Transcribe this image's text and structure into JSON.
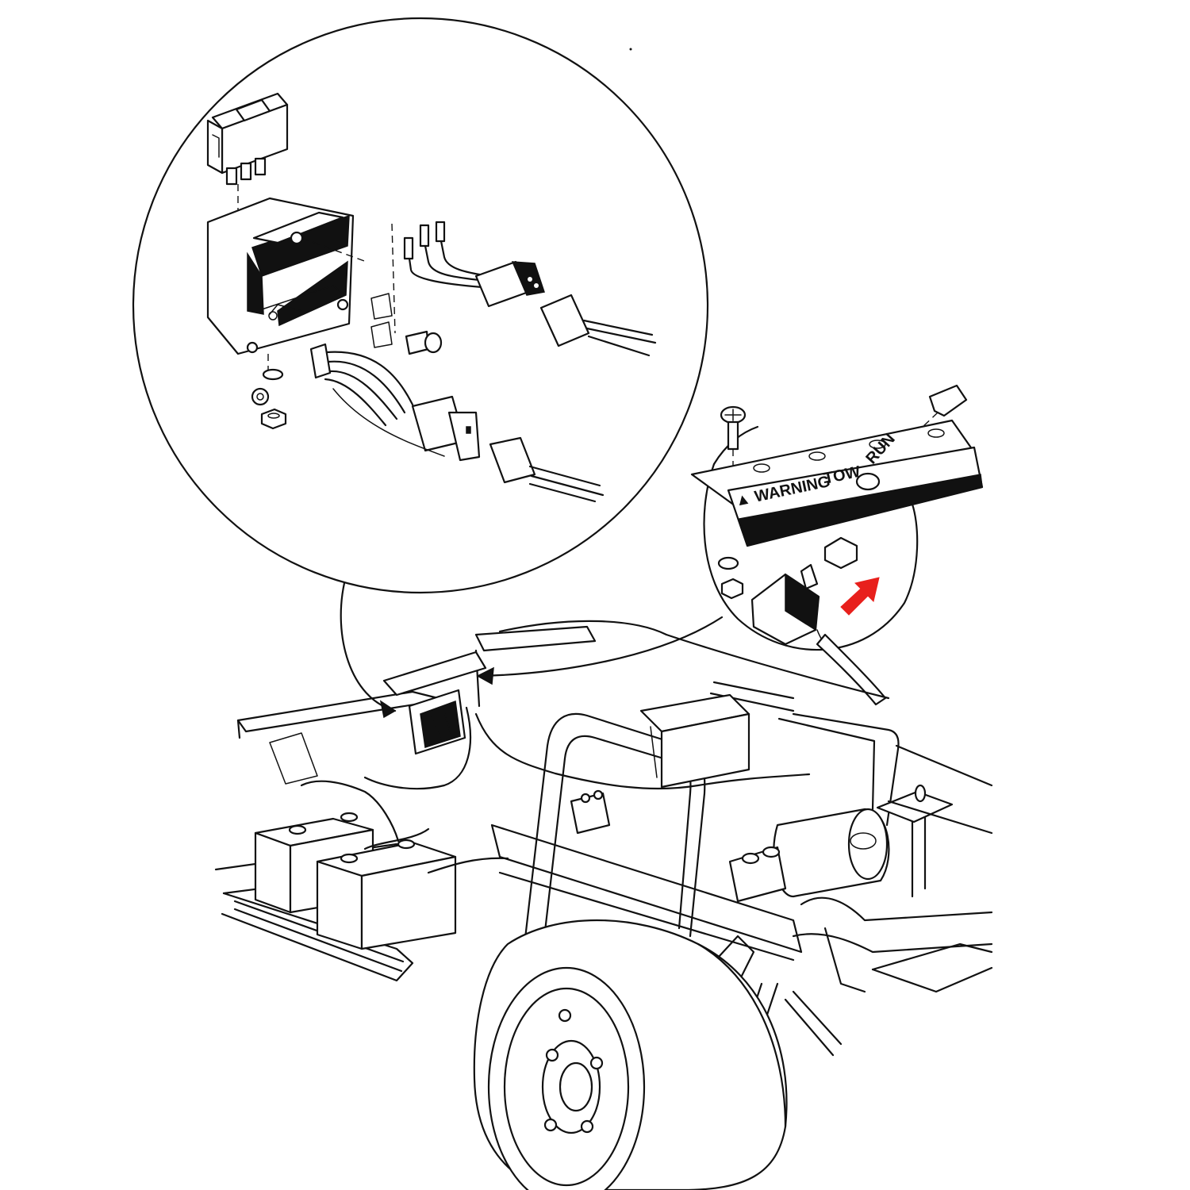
{
  "decal": {
    "warning": "▲ WARNING",
    "tow": "TOW",
    "run": "RUN"
  },
  "colors": {
    "line": "#111111",
    "background": "#ffffff",
    "arrow": "#e8201c"
  },
  "icons": {
    "callout_pointer": "red-arrow-icon"
  }
}
